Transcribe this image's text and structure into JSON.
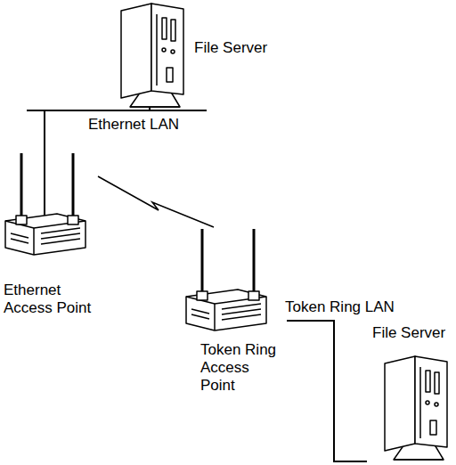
{
  "diagram": {
    "nodes": [
      {
        "text": [
          "File Server"
        ]
      },
      {
        "text": [
          "Ethernet Access Point"
        ]
      },
      {
        "text": [
          "Token Ring Access Point"
        ]
      },
      {
        "text": [
          "File Server"
        ]
      }
    ],
    "edges": [
      {
        "from": 0,
        "to": 1,
        "arrow": "none",
        "label": "Ethernet LAN"
      },
      {
        "from": 1,
        "to": 2,
        "arrow": "none"
      },
      {
        "from": 2,
        "to": 3,
        "arrow": "none",
        "label": "Token Ring LAN"
      }
    ]
  }
}
